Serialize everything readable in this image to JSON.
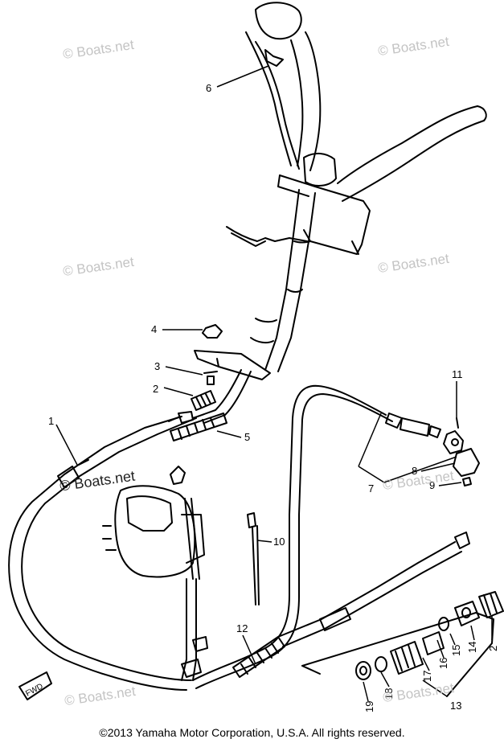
{
  "watermark": "© Boats.net",
  "watermark_dark": "© Boats.net",
  "callouts": [
    "1",
    "2",
    "3",
    "4",
    "5",
    "6",
    "7",
    "8",
    "9",
    "10",
    "11",
    "12",
    "13",
    "14",
    "15",
    "16",
    "17",
    "18",
    "19",
    "2"
  ],
  "fwd_label": "FWD",
  "copyright": "©2013 Yamaha Motor Corporation, U.S.A. All rights reserved.",
  "colors": {
    "line": "#000000",
    "watermark": "#c4c4c4",
    "background": "#ffffff"
  }
}
